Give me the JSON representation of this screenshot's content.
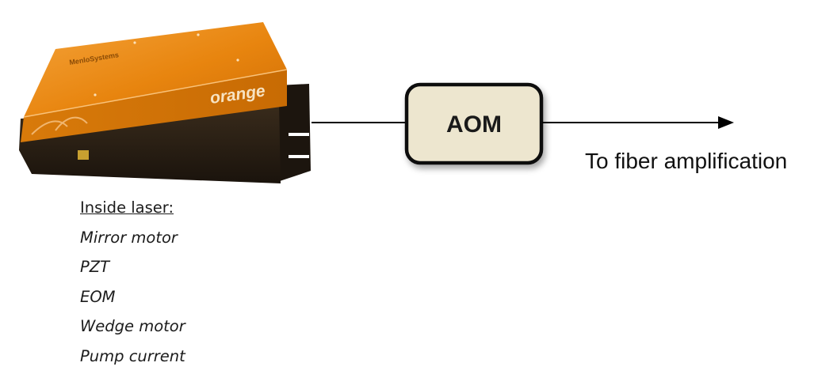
{
  "laser": {
    "brand": "orange",
    "maker": "MenloSystems"
  },
  "aom": {
    "label": "AOM"
  },
  "output": {
    "label": "To fiber amplification"
  },
  "inside_laser": {
    "title": "Inside laser:",
    "items": [
      "Mirror motor",
      "PZT",
      "EOM",
      "Wedge motor",
      "Pump current"
    ]
  },
  "colors": {
    "laser_orange": "#e8850f",
    "laser_dark": "#2a1f14",
    "aom_fill": "#ede6cf",
    "line": "#000000"
  }
}
